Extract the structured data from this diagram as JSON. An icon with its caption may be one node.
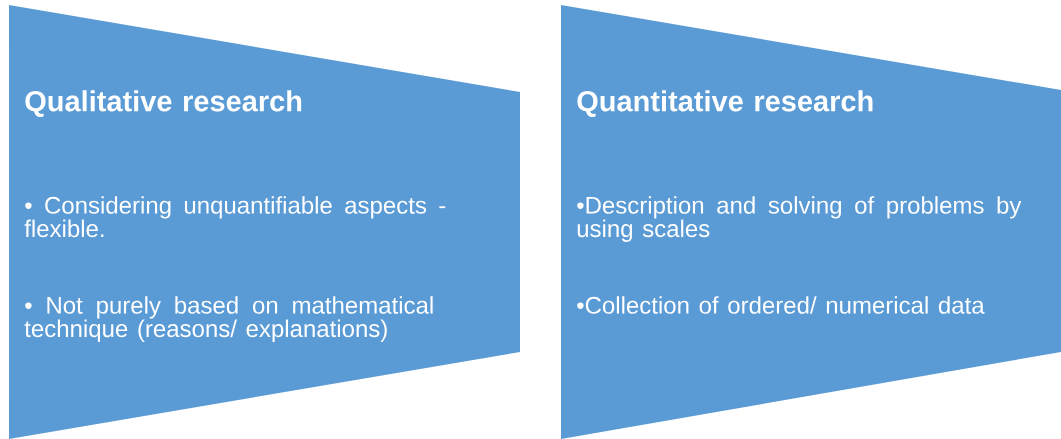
{
  "diagram": {
    "nodes": [
      {
        "text": [
          "Qualitative research",
          "• Considering unquantifiable aspects - flexible.",
          "• Not purely based on mathematical technique (reasons/ explanations)"
        ]
      },
      {
        "text": [
          "Quantitative research",
          "•Description and solving of problems by using scales",
          "•Collection of ordered/ numerical data"
        ]
      }
    ],
    "edges": []
  }
}
